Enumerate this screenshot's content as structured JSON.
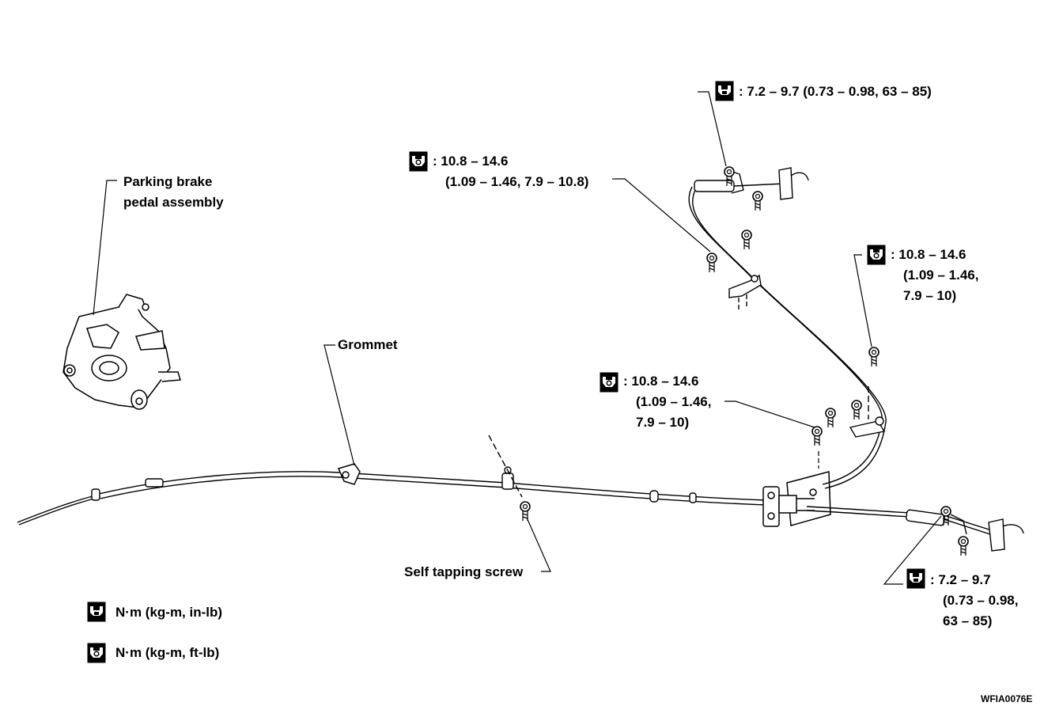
{
  "labels": {
    "pedal_line1": "Parking brake",
    "pedal_line2": "pedal assembly",
    "grommet": "Grommet",
    "self_tapping_screw": "Self tapping screw"
  },
  "torque_specs": {
    "front_top": ": 7.2 – 9.7 (0.73 – 0.98, 63 – 85)",
    "front_bracket_line1": ": 10.8 – 14.6",
    "front_bracket_line2": "(1.09 – 1.46, 7.9 – 10.8)",
    "right_bracket_line1": ": 10.8 – 14.6",
    "right_bracket_line2": "(1.09 – 1.46,",
    "right_bracket_line3": "7.9 – 10)",
    "equalizer_line1": ": 10.8 – 14.6",
    "equalizer_line2": "(1.09 – 1.46,",
    "equalizer_line3": "7.9 – 10)",
    "rear_line1": ": 7.2 – 9.7",
    "rear_line2": "(0.73 – 0.98,",
    "rear_line3": "63 – 85)"
  },
  "legend": {
    "in_lb": "N·m (kg-m, in-lb)",
    "ft_lb": "N·m (kg-m, ft-lb)"
  },
  "icons": {
    "solid_torque": "torque-wrench-solid-icon",
    "outline_torque": "torque-wrench-outline-icon"
  },
  "figure_code": "WFIA0076E"
}
